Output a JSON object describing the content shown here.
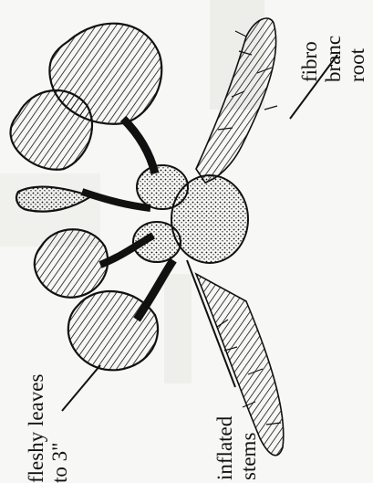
{
  "labels": {
    "leaves_line1": "fleshy leaves",
    "leaves_line2": "to 3\"",
    "stems_line1": "inflated",
    "stems_line2": "stems",
    "roots_line1": "fibro",
    "roots_line2": "branc",
    "roots_line3": "root"
  },
  "colors": {
    "ink": "#111111",
    "paper": "#f7f7f5",
    "bleed": "#d9d9d6"
  }
}
